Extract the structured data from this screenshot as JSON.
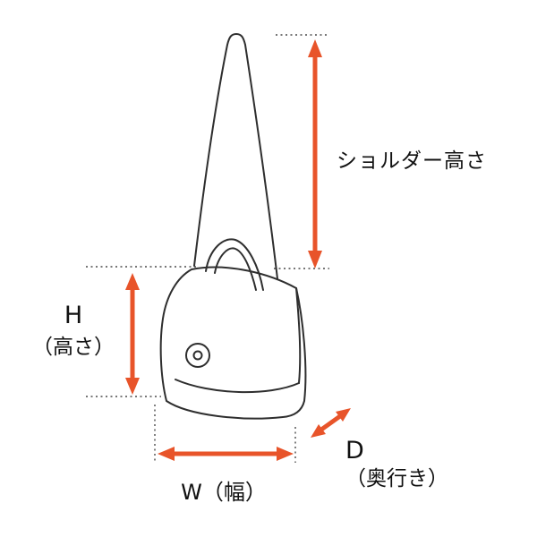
{
  "diagram": {
    "title": "bag dimension diagram",
    "labels": {
      "shoulder_height": "ショルダー高さ",
      "height_letter": "H",
      "height_sub": "（高さ）",
      "width": "W（幅）",
      "depth_letter": "D",
      "depth_sub": "（奥行き）"
    },
    "colors": {
      "arrow": "#e8542a",
      "line": "#2e2e2e",
      "guide": "#4a4a4a",
      "background": "#ffffff"
    }
  }
}
